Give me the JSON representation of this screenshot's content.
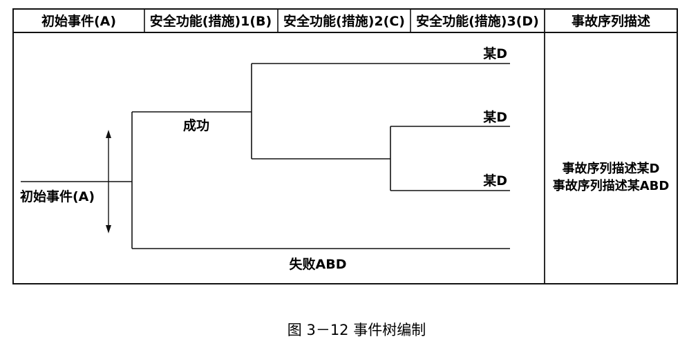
{
  "header": {
    "col_a": "初始事件(A)",
    "col_b": "安全功能(措施)1(B)",
    "col_c": "安全功能(措施)2(C)",
    "col_d": "安全功能(措施)3(D)",
    "col_desc": "事故序列描述"
  },
  "tree": {
    "initiating_event": "初始事件(A)",
    "success_label": "成功",
    "failure_label": "失败ABD",
    "outcome_1": "某D",
    "outcome_2": "某D",
    "outcome_3": "某D"
  },
  "description": {
    "line_1": "事故序列描述某D",
    "line_2": "事故序列描述某ABD"
  },
  "caption": "图 3－12   事件树编制"
}
